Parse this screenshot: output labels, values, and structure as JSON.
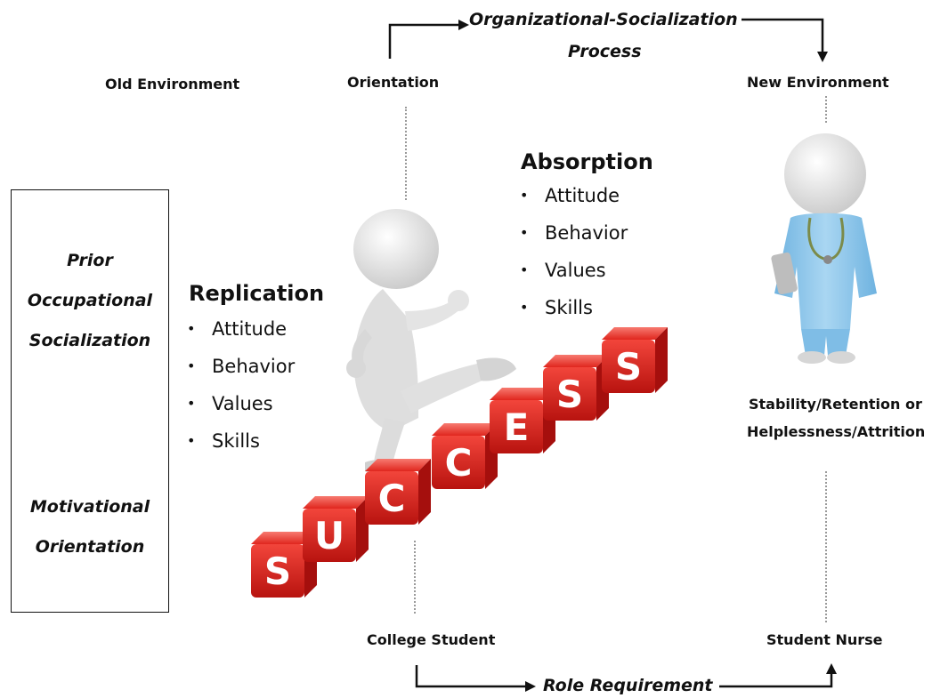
{
  "process": {
    "top": "Organizational-Socialization",
    "top_line2": "Process",
    "bottom": "Role Requirement"
  },
  "labels": {
    "old_environment": "Old Environment",
    "orientation": "Orientation",
    "new_environment": "New Environment",
    "college_student": "College Student",
    "student_nurse": "Student Nurse",
    "outcome_line1": "Stability/Retention or",
    "outcome_line2": "Helplessness/Attrition"
  },
  "side_box": {
    "prior_line1": "Prior",
    "prior_line2": "Occupational",
    "prior_line3": "Socialization",
    "motivational_line1": "Motivational",
    "motivational_line2": "Orientation"
  },
  "replication": {
    "heading": "Replication",
    "items": [
      "Attitude",
      "Behavior",
      "Values",
      "Skills"
    ]
  },
  "absorption": {
    "heading": "Absorption",
    "items": [
      "Attitude",
      "Behavior",
      "Values",
      "Skills"
    ]
  },
  "success_word": [
    "S",
    "U",
    "C",
    "C",
    "E",
    "S",
    "S"
  ],
  "colors": {
    "block_red": "#e0261e",
    "block_dark": "#a50f0d",
    "scrub_blue": "#8cc5ea",
    "figure_gray": "#e9e9e9"
  }
}
